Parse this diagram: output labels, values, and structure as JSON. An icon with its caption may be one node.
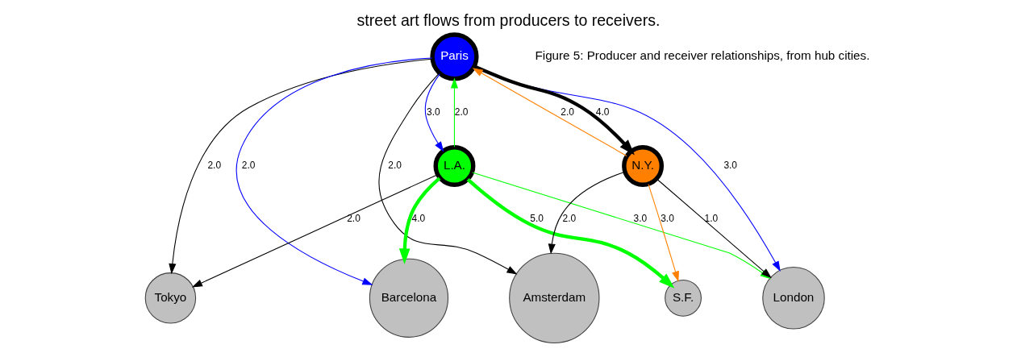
{
  "diagram": {
    "title": "street art flows from producers to receivers.",
    "nodes": [
      {
        "text": [
          "Tokyo"
        ]
      },
      {
        "text": [
          "Paris"
        ]
      },
      {
        "text": [
          "Amsterdam"
        ]
      },
      {
        "text": [
          "Barcelona"
        ]
      },
      {
        "text": [
          "London"
        ]
      },
      {
        "text": [
          "L.A."
        ]
      },
      {
        "text": [
          "S.F."
        ]
      },
      {
        "text": [
          "N.Y."
        ]
      }
    ],
    "edges": [
      {
        "from": 1,
        "to": 0,
        "arrow": "to",
        "label": "2.0"
      },
      {
        "from": 1,
        "to": 2,
        "arrow": "to",
        "label": "2.0"
      },
      {
        "from": 1,
        "to": 3,
        "arrow": "to",
        "label": "2.0",
        "color": "#0000ff"
      },
      {
        "from": 5,
        "to": 1,
        "arrow": "to",
        "label": "2.0",
        "color": "#00ff00"
      },
      {
        "from": 1,
        "to": 5,
        "arrow": "to",
        "label": "3.0",
        "color": "#0000ff"
      },
      {
        "from": 1,
        "to": 4,
        "arrow": "to",
        "label": "3.0",
        "color": "#0000ff"
      },
      {
        "from": 7,
        "to": 1,
        "arrow": "to",
        "label": "2.0",
        "color": "#ff8000"
      },
      {
        "from": 1,
        "to": 7,
        "arrow": "to",
        "label": "4.0",
        "style": "thick"
      },
      {
        "from": 5,
        "to": 0,
        "arrow": "to",
        "label": "2.0"
      },
      {
        "from": 5,
        "to": 3,
        "arrow": "to",
        "label": "4.0",
        "color": "#00ff00",
        "style": "thick"
      },
      {
        "from": 5,
        "to": 4,
        "arrow": "to",
        "label": "3.0",
        "color": "#00ff00"
      },
      {
        "from": 5,
        "to": 6,
        "arrow": "to",
        "label": "5.0",
        "color": "#00ff00",
        "style": "thick"
      },
      {
        "from": 7,
        "to": 4,
        "arrow": "to",
        "label": "1.0"
      },
      {
        "from": 7,
        "to": 6,
        "arrow": "to",
        "label": "3.0",
        "color": "#ff8000"
      },
      {
        "from": 7,
        "to": 2,
        "arrow": "to",
        "label": "2.0"
      }
    ],
    "labels": [
      "Figure 5: Producer and receiver relationships, from hub cities."
    ]
  }
}
